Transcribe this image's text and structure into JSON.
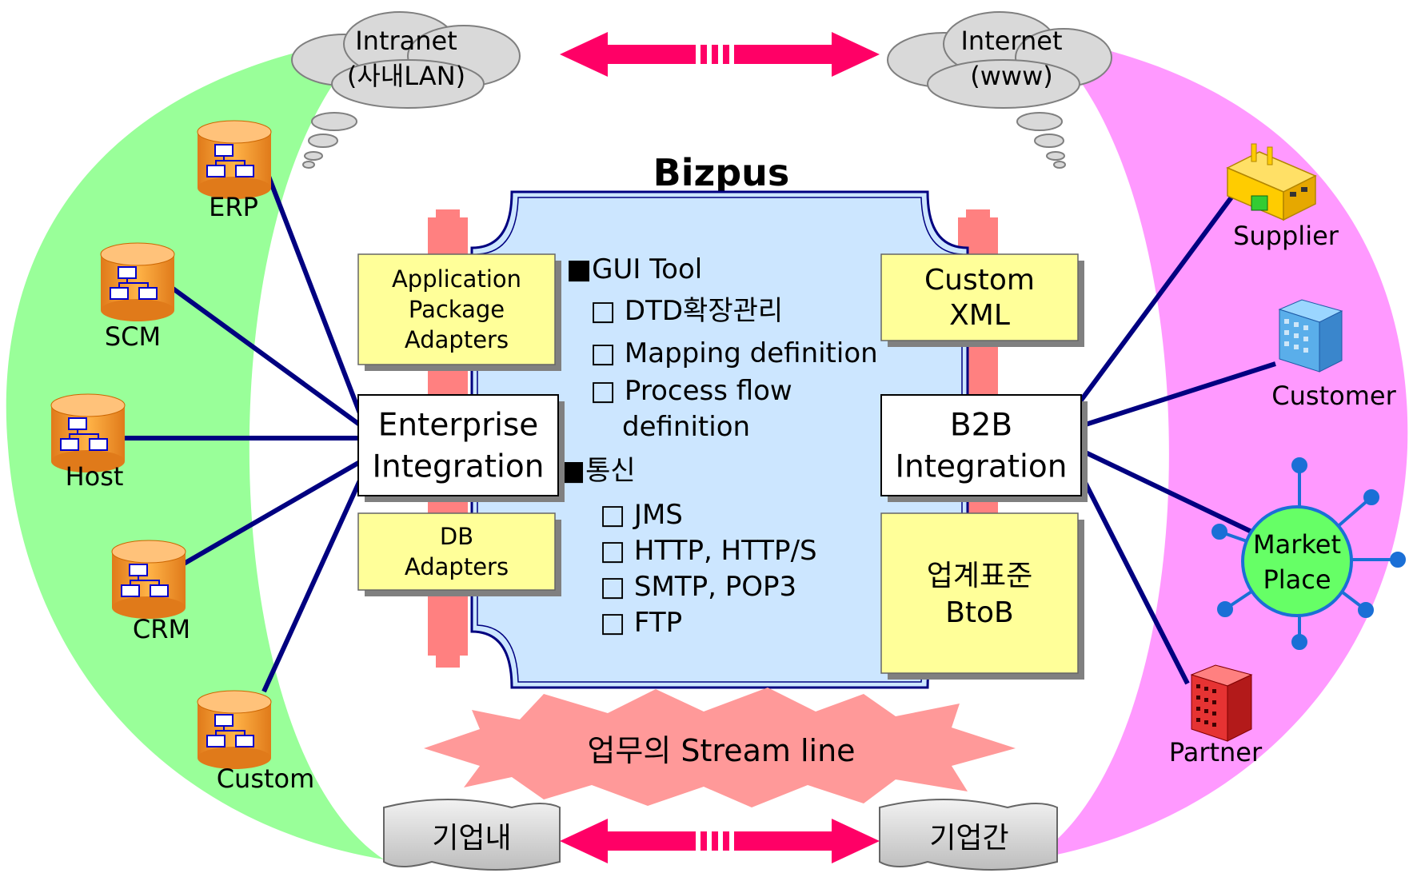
{
  "title": "Bizpus",
  "clouds": {
    "intranet": {
      "line1": "Intranet",
      "line2": "(사내LAN)"
    },
    "internet": {
      "line1": "Internet",
      "line2": "(www)"
    }
  },
  "internal_systems": [
    "ERP",
    "SCM",
    "Host",
    "CRM",
    "Custom"
  ],
  "partners": {
    "supplier": "Supplier",
    "customer": "Customer",
    "marketplace": {
      "line1": "Market",
      "line2": "Place"
    },
    "partner": "Partner"
  },
  "left_boxes": {
    "app_adapters": [
      "Application",
      "Package",
      "Adapters"
    ],
    "enterprise": [
      "Enterprise",
      "Integration"
    ],
    "db_adapters": [
      "DB",
      "Adapters"
    ]
  },
  "right_boxes": {
    "custom_xml": [
      "Custom",
      "XML"
    ],
    "b2b": [
      "B2B",
      "Integration"
    ],
    "industry": [
      "업계표준",
      "BtoB"
    ]
  },
  "center_panel": {
    "section1_heading": "■GUI Tool",
    "section1_items": [
      "□ DTD확장관리",
      "□ Mapping definition",
      "□ Process flow",
      "definition"
    ],
    "section2_heading": "■통신",
    "section2_items": [
      "□ JMS",
      "□ HTTP, HTTP/S",
      "□ SMTP, POP3",
      "□ FTP"
    ]
  },
  "stream_line": "업무의 Stream line",
  "scrolls": {
    "internal": "기업내",
    "external": "기업간"
  },
  "colors": {
    "left_crescent": "#99ff99",
    "right_crescent": "#ff99ff",
    "center_panel": "#cce6ff",
    "yellow_box": "#ffff99",
    "pillar": "#ff8080",
    "arrow": "#ff0066",
    "line": "#000080",
    "db": "#ff9933",
    "burst": "#ff9999",
    "market": "#66ff66"
  }
}
